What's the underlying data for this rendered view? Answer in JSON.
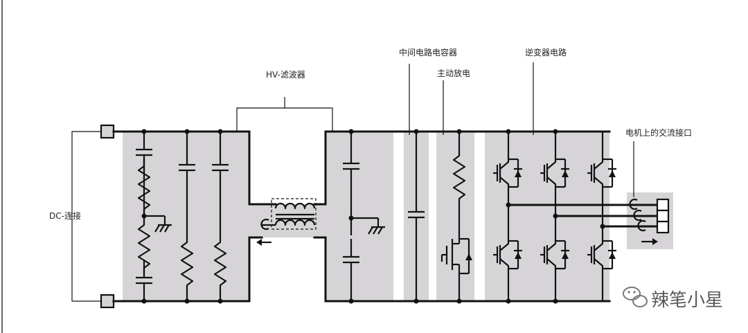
{
  "labels": {
    "dc_connection": "DC-连接",
    "hv_filter": "HV-滤波器",
    "dc_link_capacitor": "中间电路电容器",
    "active_discharge": "主动放电",
    "inverter_circuit": "逆变器电路",
    "motor_ac_interface": "电机上的交流接口"
  },
  "watermark": {
    "text": "辣笔小星",
    "icon": "wechat-icon"
  },
  "colors": {
    "panel": "#d6d4d7",
    "wire": "#111111",
    "background": "#ffffff"
  }
}
